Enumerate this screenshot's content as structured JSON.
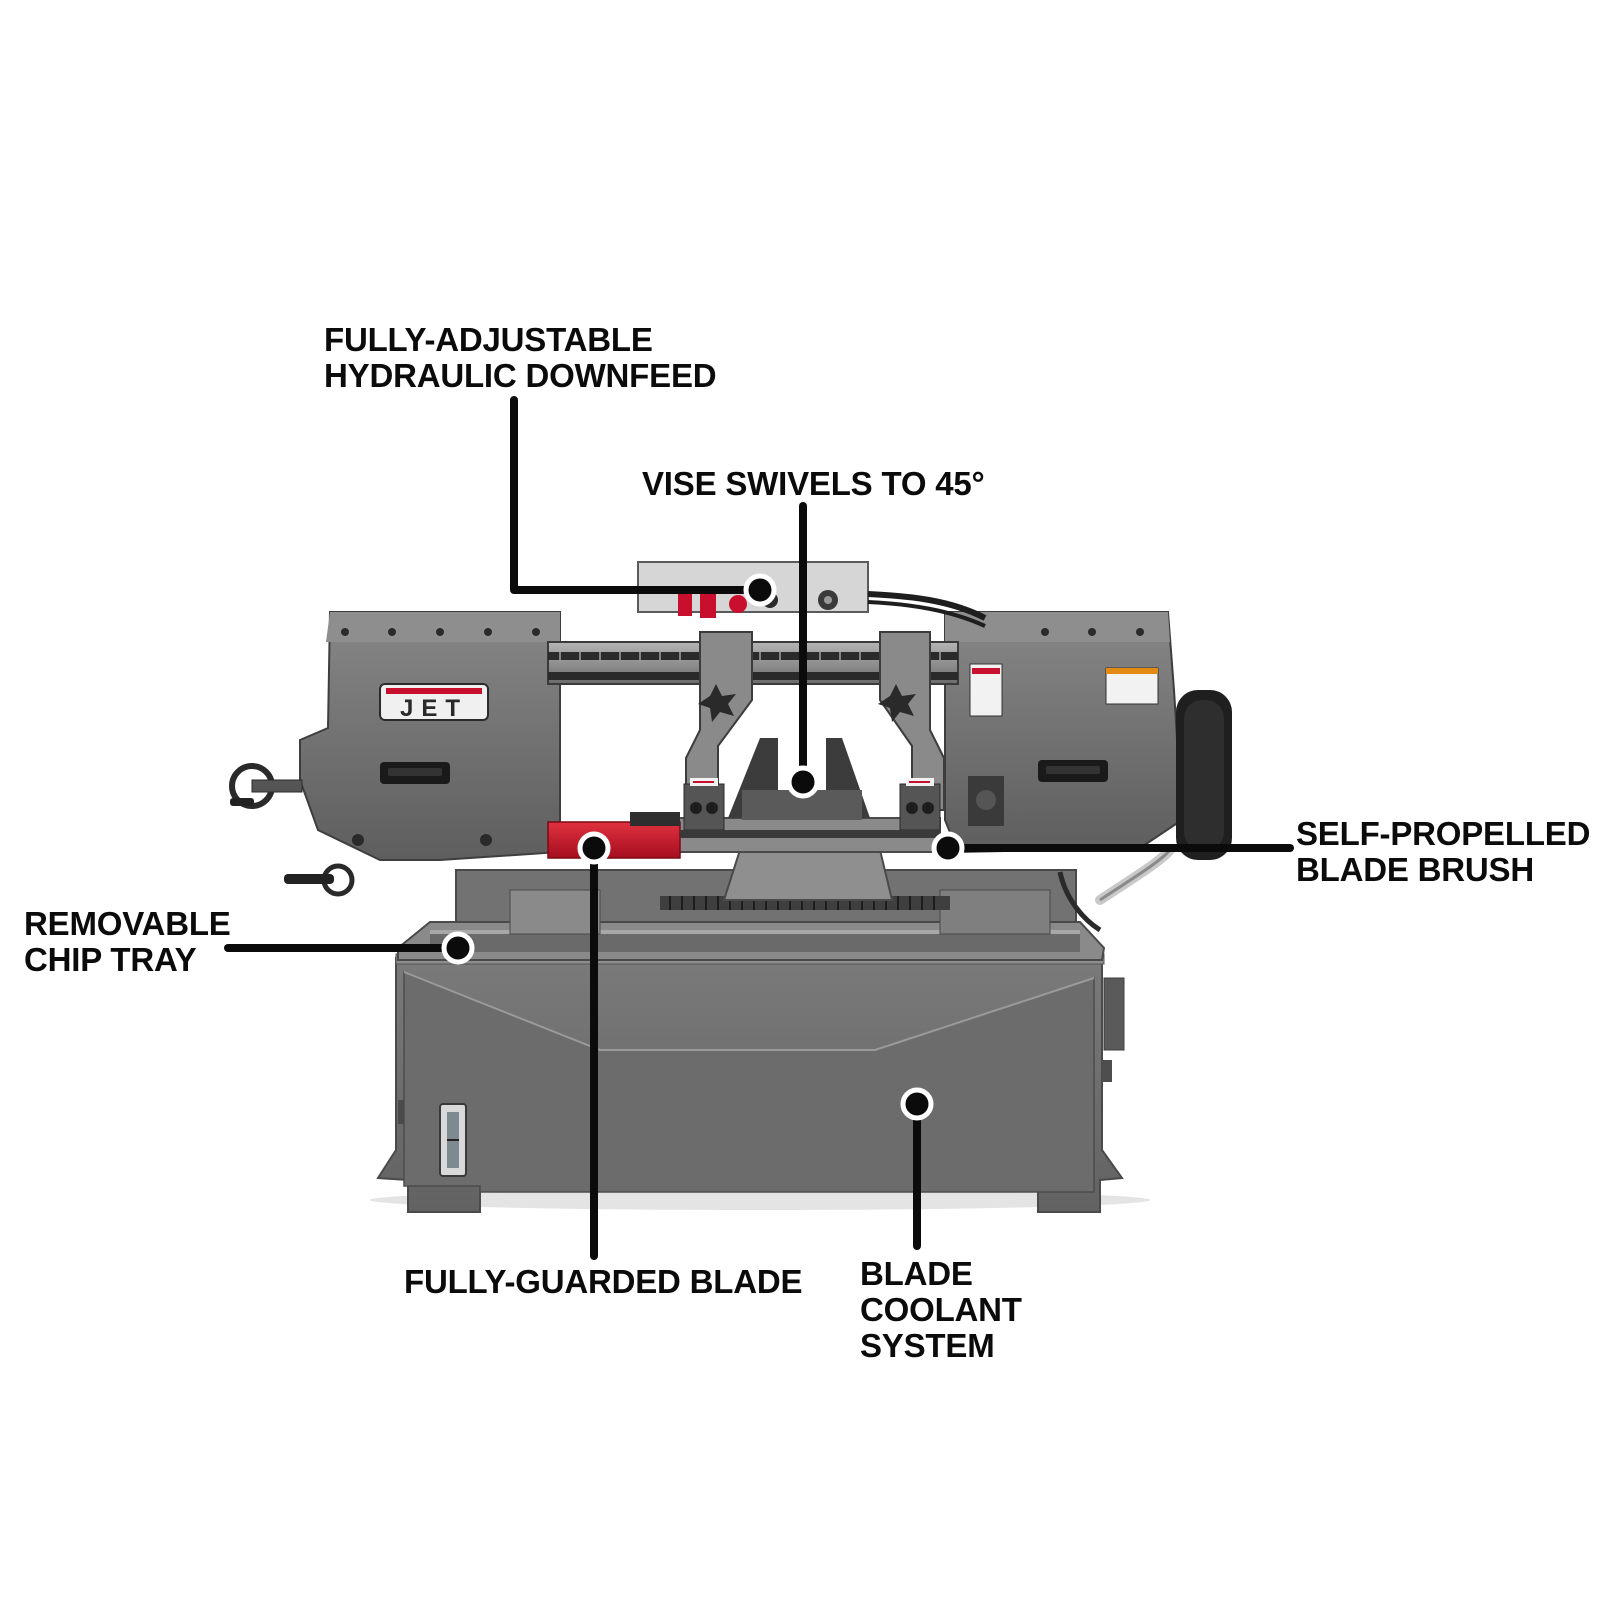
{
  "brand": {
    "logo_text": "JET",
    "accent_color": "#c8102e",
    "machine_color": "#6e6e6e"
  },
  "callouts": {
    "downfeed": {
      "lines": [
        "FULLY-ADJUSTABLE",
        "HYDRAULIC DOWNFEED"
      ]
    },
    "vise": {
      "lines": [
        "VISE SWIVELS TO 45°"
      ]
    },
    "brush": {
      "lines": [
        "SELF-PROPELLED",
        "BLADE BRUSH"
      ]
    },
    "chip_tray": {
      "lines": [
        "REMOVABLE",
        "CHIP TRAY"
      ]
    },
    "guarded_blade": {
      "lines": [
        "FULLY-GUARDED BLADE"
      ]
    },
    "coolant": {
      "lines": [
        "BLADE",
        "COOLANT",
        "SYSTEM"
      ]
    }
  },
  "colors": {
    "callout_line": "#0b0b0b",
    "callout_dot_ring": "#ffffff",
    "guard_red": "#c8102e"
  }
}
